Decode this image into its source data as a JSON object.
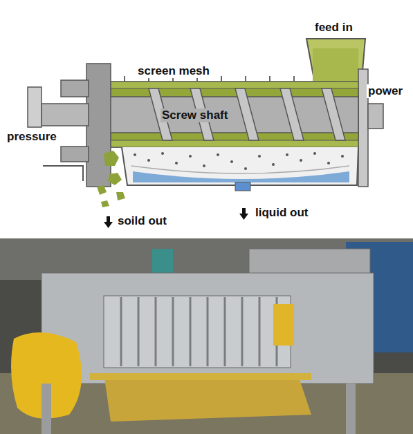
{
  "diagram": {
    "labels": [
      "screen mesh",
      "feed in",
      "power",
      "Screw shaft",
      "pressure",
      "soild out",
      "liquid out"
    ]
  }
}
